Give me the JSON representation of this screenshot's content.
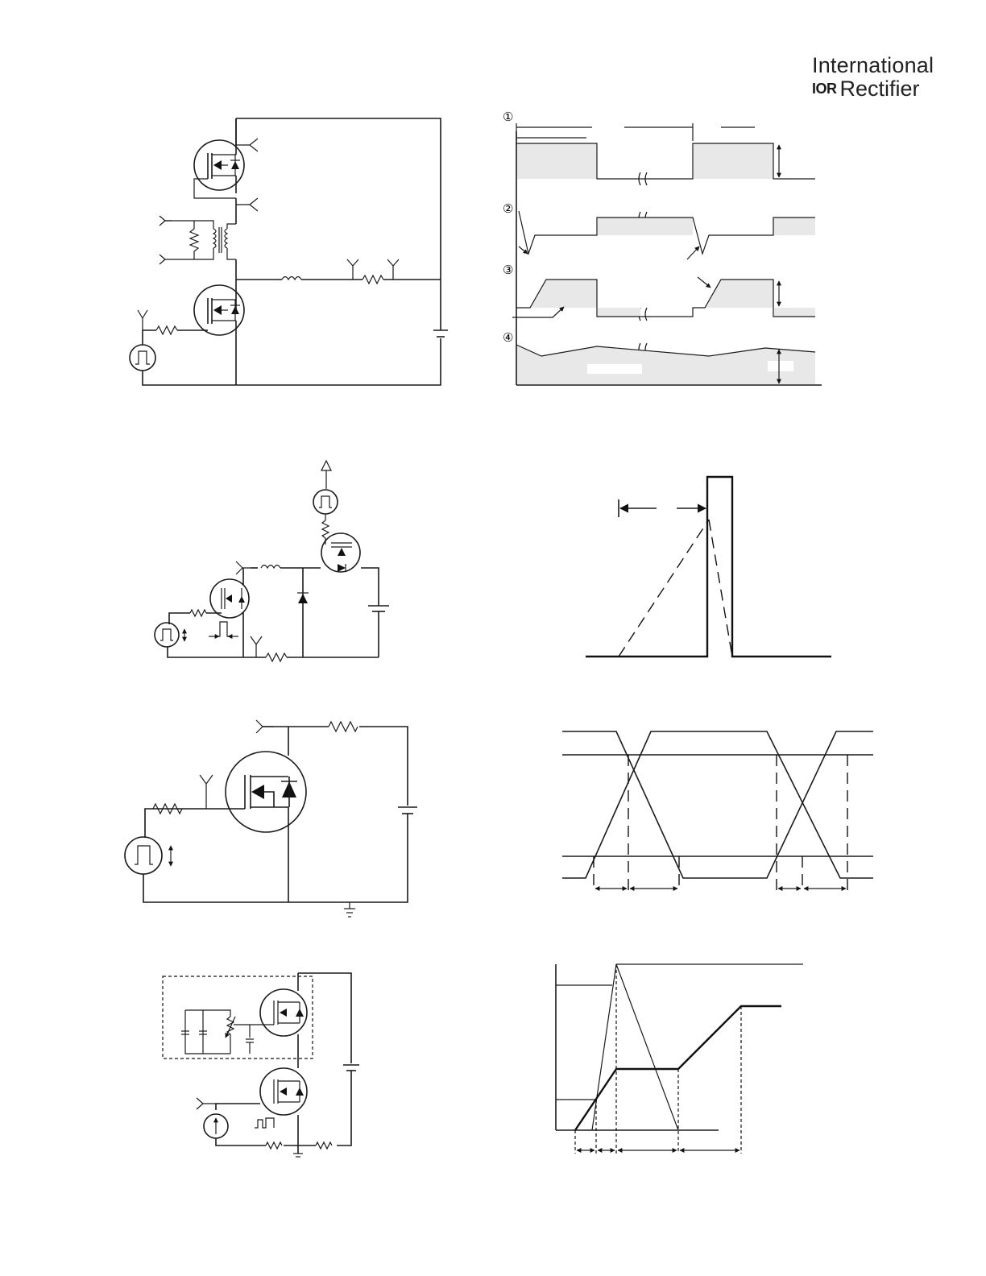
{
  "logo": {
    "line1": "International",
    "mark": "IOR",
    "line2": "Rectifier"
  },
  "waveform_markers": [
    "①",
    "②",
    "③",
    "④"
  ],
  "icons": {
    "mosfet": "mosfet-symbol-icon",
    "pulse_source": "pulse-generator-icon",
    "ground": "ground-icon"
  }
}
